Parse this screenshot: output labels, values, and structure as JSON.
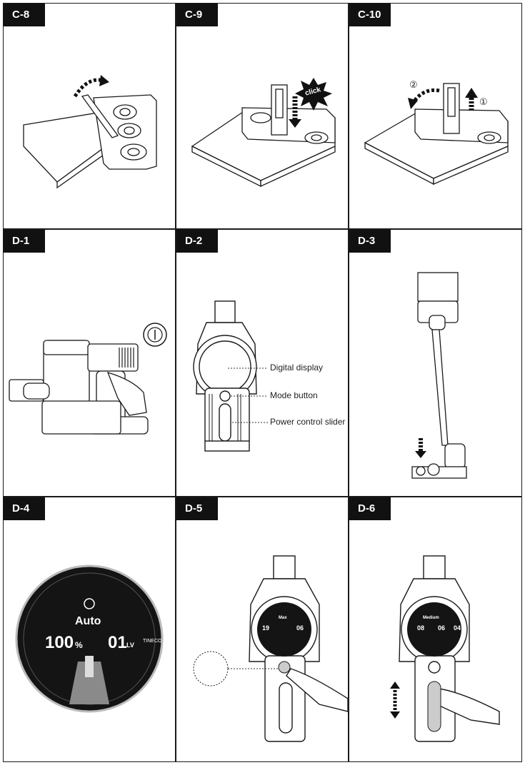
{
  "panels": {
    "c8": {
      "label": "C-8"
    },
    "c9": {
      "label": "C-9",
      "click_text": "click"
    },
    "c10": {
      "label": "C-10",
      "step1": "①",
      "step2": "②"
    },
    "d1": {
      "label": "D-1"
    },
    "d2": {
      "label": "D-2",
      "callouts": {
        "display": "Digital display",
        "mode": "Mode button",
        "slider": "Power control slider"
      }
    },
    "d3": {
      "label": "D-3"
    },
    "d4": {
      "label": "D-4",
      "mode": "Auto",
      "battery": "100",
      "battery_unit": "%",
      "level": "01",
      "level_unit": "LV",
      "brand": "TINECO"
    },
    "d5": {
      "label": "D-5",
      "mode": "Max",
      "battery": "19",
      "level": "06"
    },
    "d6": {
      "label": "D-6",
      "mode": "Medium",
      "battery": "08",
      "level": "06",
      "level2": "04"
    }
  },
  "colors": {
    "badge": "#111111",
    "line": "#1a1a1a",
    "display_bg": "#141414",
    "arrow": "#111111"
  }
}
